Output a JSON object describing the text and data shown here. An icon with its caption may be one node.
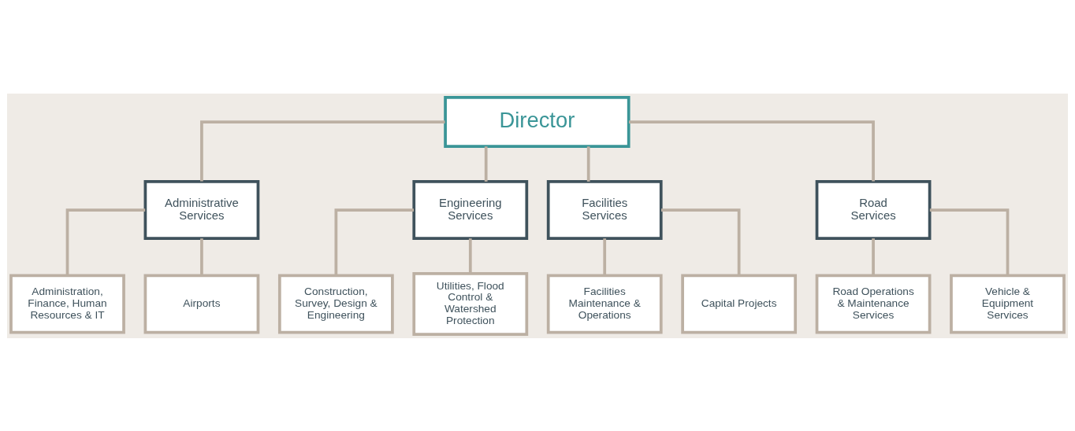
{
  "diagram": {
    "nodes": [
      {
        "text": [
          "Director"
        ]
      },
      {
        "text": [
          "Administrative Services"
        ]
      },
      {
        "text": [
          "Engineering Services"
        ]
      },
      {
        "text": [
          "Facilities Services"
        ]
      },
      {
        "text": [
          "Road Services"
        ]
      },
      {
        "text": [
          "Construction, Survey, Design & Engineering"
        ]
      },
      {
        "text": [
          "Utilities, Flood Control & Watershed Protection"
        ]
      },
      {
        "text": [
          "Facilities Maintenance & Operations"
        ]
      },
      {
        "text": [
          "Capital Projects"
        ]
      },
      {
        "text": [
          "Administration, Finance, Human Resources & IT"
        ]
      },
      {
        "text": [
          "Airports"
        ]
      },
      {
        "text": [
          "Road Operations & Maintenance Services"
        ]
      },
      {
        "text": [
          "Vehicle & Equipment Services"
        ]
      }
    ],
    "edges": [
      {
        "from": 0,
        "to": 1,
        "arrow": "none"
      },
      {
        "from": 0,
        "to": 2,
        "arrow": "none"
      },
      {
        "from": 0,
        "to": 3,
        "arrow": "none"
      },
      {
        "from": 0,
        "to": 4,
        "arrow": "none"
      },
      {
        "from": 2,
        "to": 5,
        "arrow": "none"
      },
      {
        "from": 2,
        "to": 6,
        "arrow": "none"
      },
      {
        "from": 3,
        "to": 7,
        "arrow": "none"
      },
      {
        "from": 3,
        "to": 8,
        "arrow": "none"
      },
      {
        "from": 1,
        "to": 9,
        "arrow": "none"
      },
      {
        "from": 1,
        "to": 10,
        "arrow": "none"
      },
      {
        "from": 4,
        "to": 11,
        "arrow": "none"
      },
      {
        "from": 4,
        "to": 12,
        "arrow": "none"
      }
    ]
  }
}
